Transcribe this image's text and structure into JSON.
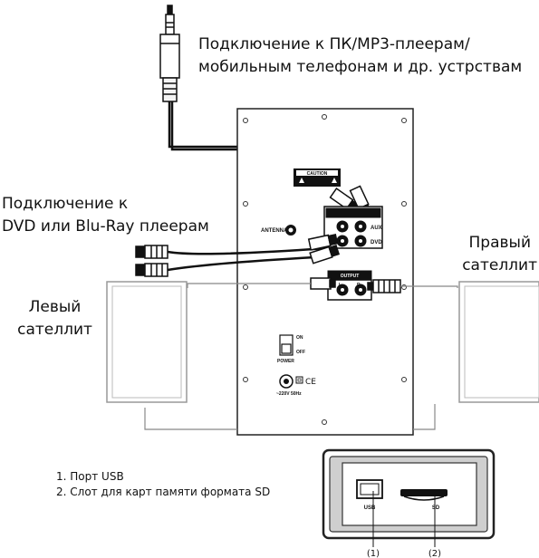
{
  "labels": {
    "pc_connection_line1": "Подключение к ПК/МР3-плеерам/",
    "pc_connection_line2": "мобильным телефонам и др. устрствам",
    "dvd_connection_line1": "Подключение к",
    "dvd_connection_line2": "DVD или Blu-Ray плеерам",
    "left_satellite_line1": "Левый",
    "left_satellite_line2": "сателлит",
    "right_satellite_line1": "Правый",
    "right_satellite_line2": "сателлит"
  },
  "legend": [
    "1. Порт USB",
    "2. Слот для карт памяти формата SD"
  ],
  "panel": {
    "antenna": "ANTENNA",
    "aux": "AUX",
    "dvd": "DVD",
    "output": "OUTPUT",
    "caution": "CAUTION",
    "on": "ON",
    "off": "OFF",
    "power": "POWER",
    "voltage": "~220V 50Hz",
    "ce": "CE",
    "l": "L",
    "r": "R"
  },
  "side_panel": {
    "usb": "USB",
    "sd": "SD",
    "callout1": "(1)",
    "callout2": "(2)"
  }
}
